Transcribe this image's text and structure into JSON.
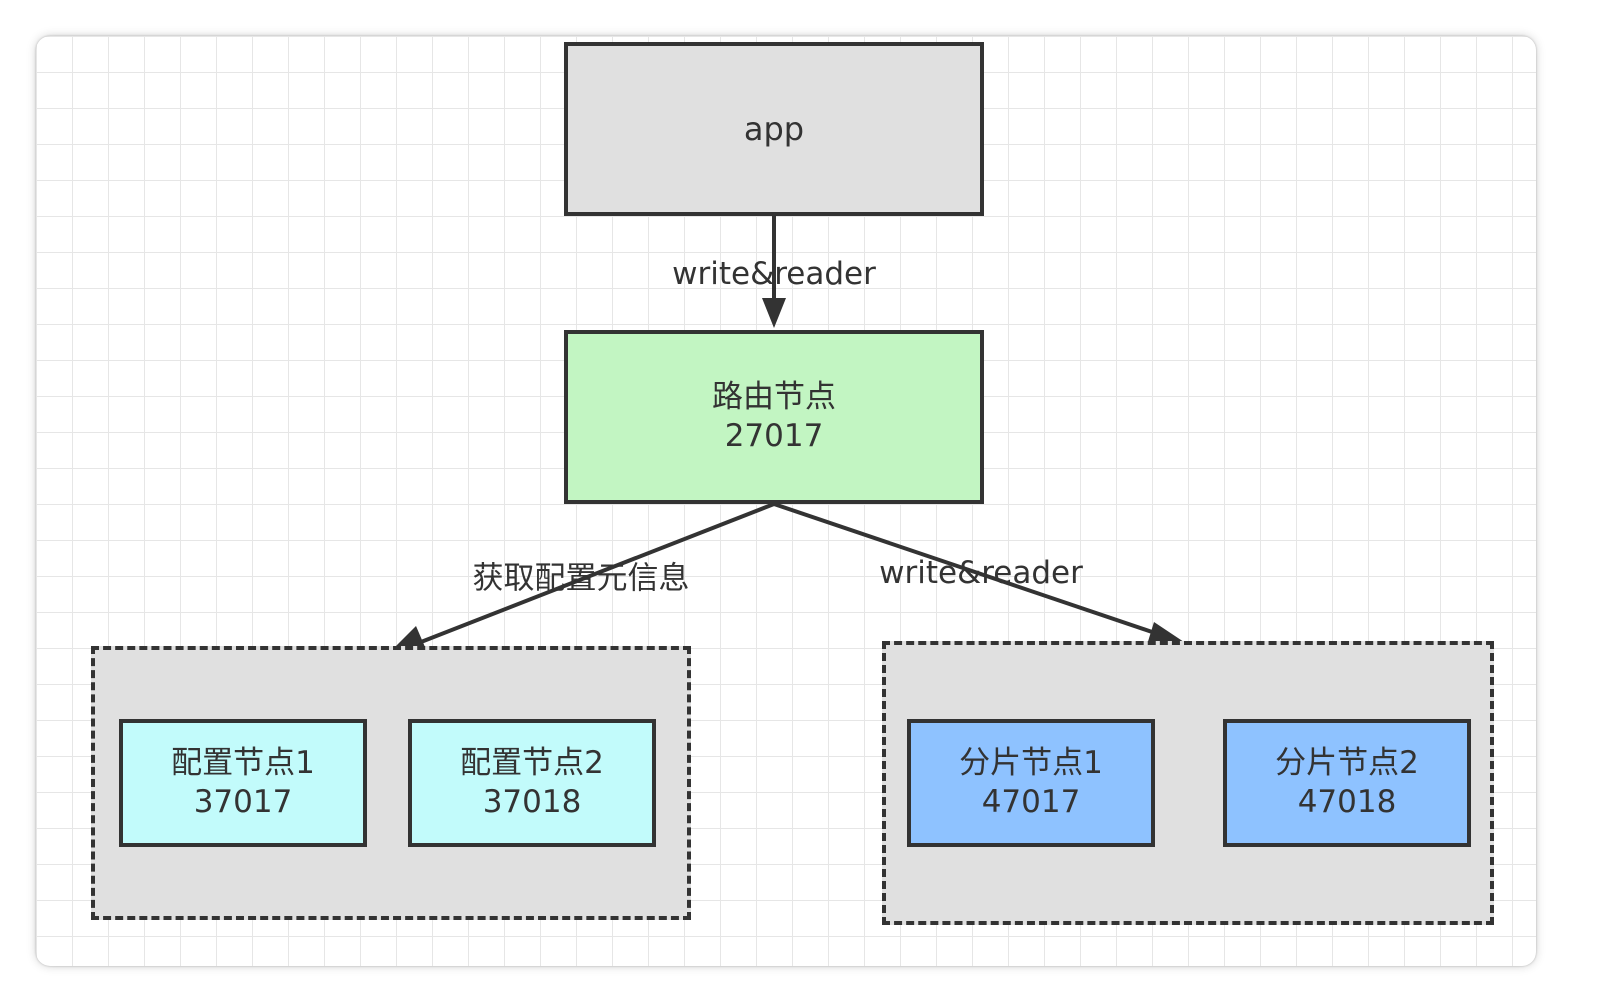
{
  "nodes": {
    "app": {
      "label": "app",
      "fill": "#e0e0e0"
    },
    "router": {
      "name": "路由节点",
      "port": "27017",
      "fill": "#c2f5c2"
    },
    "config1": {
      "name": "配置节点1",
      "port": "37017",
      "fill": "#c2fbfb"
    },
    "config2": {
      "name": "配置节点2",
      "port": "37018",
      "fill": "#c2fbfb"
    },
    "shard1": {
      "name": "分片节点1",
      "port": "47017",
      "fill": "#8ec2ff"
    },
    "shard2": {
      "name": "分片节点2",
      "port": "47018",
      "fill": "#8ec2ff"
    }
  },
  "groups": {
    "config_group": {
      "fill": "#e0e0e0"
    },
    "shard_group": {
      "fill": "#e0e0e0"
    }
  },
  "edges": [
    {
      "from": "app",
      "to": "router",
      "label": "write&reader"
    },
    {
      "from": "router",
      "to": "config_group",
      "label": "获取配置元信息"
    },
    {
      "from": "router",
      "to": "shard_group",
      "label": "write&reader"
    }
  ],
  "colors": {
    "stroke": "#333333",
    "grid": "#e6e6e6"
  }
}
